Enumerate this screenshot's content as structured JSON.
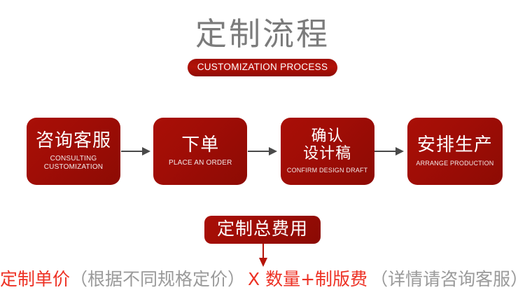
{
  "header": {
    "title": "定制流程",
    "subtitle": "CUSTOMIZATION PROCESS"
  },
  "flow": {
    "steps": [
      {
        "cn": "咨询客服",
        "en": "CONSULTING\nCUSTOMIZATION",
        "name": "step-consulting"
      },
      {
        "cn": "下单",
        "en": "PLACE AN ORDER",
        "name": "step-place-order"
      },
      {
        "cn": "确认\n设计稿",
        "en": "CONFIRM DESIGN DRAFT",
        "name": "step-confirm-design"
      },
      {
        "cn": "安排生产",
        "en": "ARRANGE PRODUCTION",
        "name": "step-arrange-production"
      }
    ]
  },
  "total": {
    "label": "定制总费用"
  },
  "formula": {
    "unit_price": "定制单价",
    "unit_price_note": "（根据不同规格定价）",
    "multiplier": "X 数量+制版费",
    "multiplier_note": "（详情请咨询客服）"
  },
  "colors": {
    "box_red": "#a00d06",
    "accent_red": "#ed3124",
    "title_gray": "#7b7b7b",
    "note_gray": "#9a9a9a",
    "arrow_gray": "#4a4a4a",
    "background": "#ffffff"
  }
}
